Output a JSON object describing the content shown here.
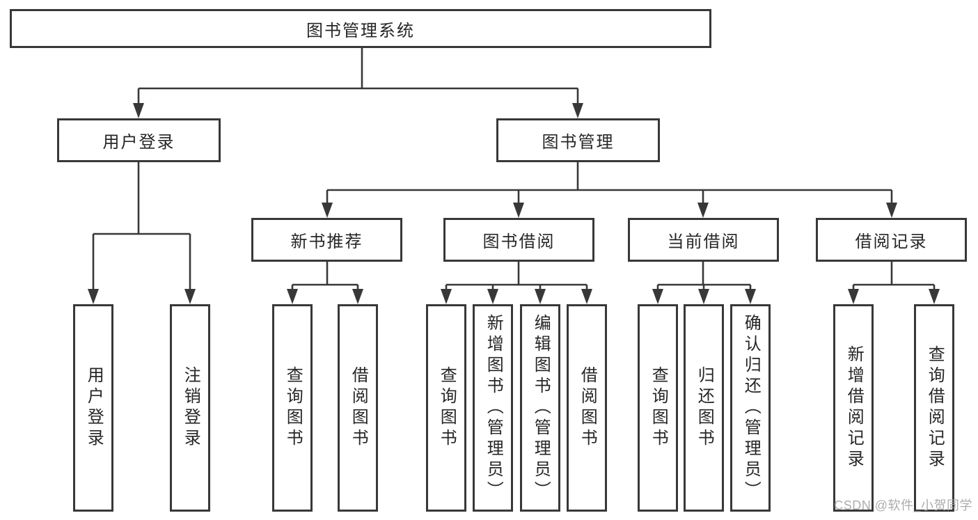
{
  "diagram": {
    "title_node": {
      "label": "图书管理系统"
    },
    "level2": [
      {
        "label": "用户登录",
        "children": [
          {
            "label": "用户登录"
          },
          {
            "label": "注销登录"
          }
        ]
      },
      {
        "label": "图书管理",
        "groups": [
          {
            "label": "新书推荐",
            "children": [
              {
                "label": "查询图书"
              },
              {
                "label": "借阅图书"
              }
            ]
          },
          {
            "label": "图书借阅",
            "children": [
              {
                "label": "查询图书"
              },
              {
                "label": "新增图书（管理员）"
              },
              {
                "label": "编辑图书（管理员）"
              },
              {
                "label": "借阅图书"
              }
            ]
          },
          {
            "label": "当前借阅",
            "children": [
              {
                "label": "查询图书"
              },
              {
                "label": "归还图书"
              },
              {
                "label": "确认归还（管理员）"
              }
            ]
          },
          {
            "label": "借阅记录",
            "children": [
              {
                "label": "新增借阅记录"
              },
              {
                "label": "查询借阅记录"
              }
            ]
          }
        ]
      }
    ]
  },
  "watermark": {
    "text": "CSDN @软件_小贺同学"
  },
  "colors": {
    "line": "#383838",
    "box_border": "#383838",
    "text": "#262626",
    "watermark": "#a6a6a6",
    "background": "#ffffff"
  }
}
